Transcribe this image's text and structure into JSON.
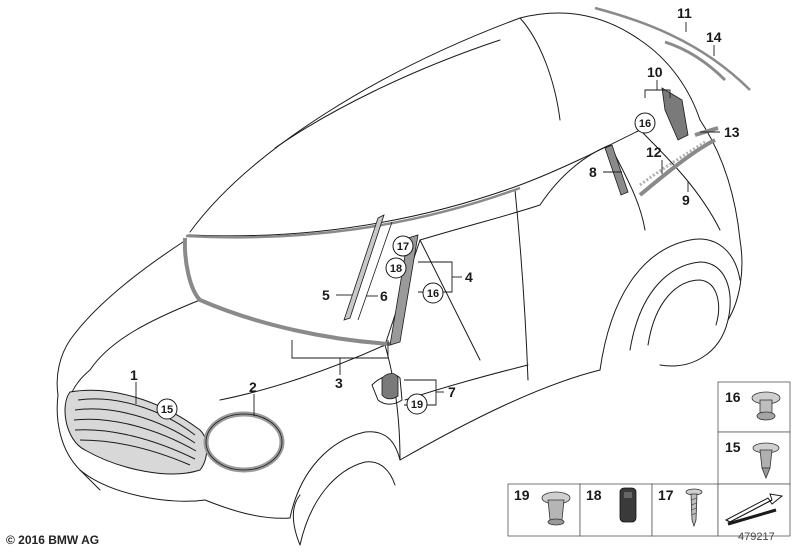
{
  "callouts": {
    "c1": "1",
    "c2": "2",
    "c3": "3",
    "c4": "4",
    "c5": "5",
    "c6": "6",
    "c7": "7",
    "c8": "8",
    "c9": "9",
    "c10": "10",
    "c11": "11",
    "c12": "12",
    "c13": "13",
    "c14": "14",
    "circ15": "15",
    "circ16a": "16",
    "circ16b": "16",
    "circ17": "17",
    "circ18": "18",
    "circ19": "19"
  },
  "legend": {
    "box16": "16",
    "box15": "15",
    "box19": "19",
    "box18": "18",
    "box17": "17"
  },
  "footer": {
    "copyright": "© 2016 BMW AG",
    "diagram_number": "479217"
  },
  "colors": {
    "line": "#1a1a1a",
    "part_fill": "#b8b8b8",
    "part_dark": "#8a8a8a",
    "legend_border": "#555555"
  }
}
